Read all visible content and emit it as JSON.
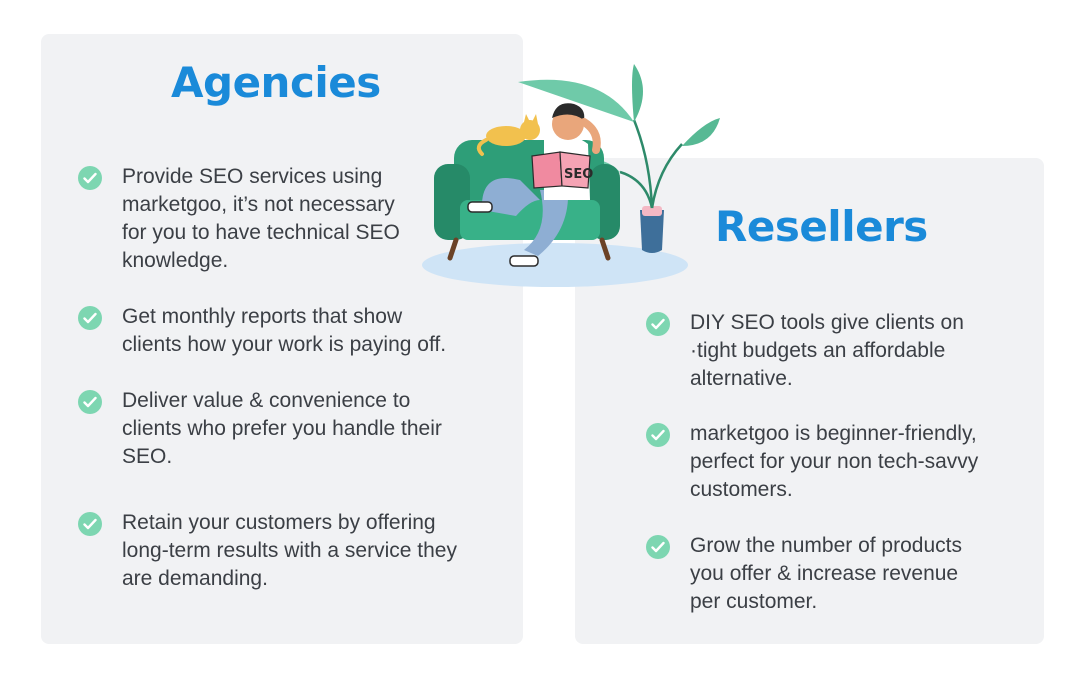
{
  "agencies": {
    "title": "Agencies",
    "items": [
      {
        "text": "Provide SEO services using\nmarketgoo, it’s not necessary\nfor you to have technical SEO\nknowledge."
      },
      {
        "text": "Get monthly reports that show\nclients how your work is paying off."
      },
      {
        "text": "Deliver value & convenience to\nclients who prefer you handle their\nSEO."
      },
      {
        "text": "Retain your customers by offering\nlong-term results with a service they\nare demanding."
      }
    ]
  },
  "resellers": {
    "title": "Resellers",
    "items": [
      {
        "text": "DIY SEO tools give clients on\n·tight budgets an affordable\nalternative."
      },
      {
        "text": "marketgoo is beginner-friendly,\nperfect for your non tech-savvy\ncustomers."
      },
      {
        "text": "Grow the number of products\nyou offer & increase revenue\nper customer."
      }
    ]
  },
  "illustration": {
    "book_label": "SEO",
    "colors": {
      "sofa": "#2e9e78",
      "plant_leaf": "#6fcaa9",
      "pot": "#3e6f9a",
      "rug": "#cfe4f6",
      "cat": "#f2c14e",
      "book": "#f08aa0",
      "jeans": "#8eaed3"
    }
  },
  "colors": {
    "title": "#1a8ad9",
    "check": "#7dd6b1",
    "card_bg": "#f1f2f4",
    "text": "#3b3f45"
  }
}
